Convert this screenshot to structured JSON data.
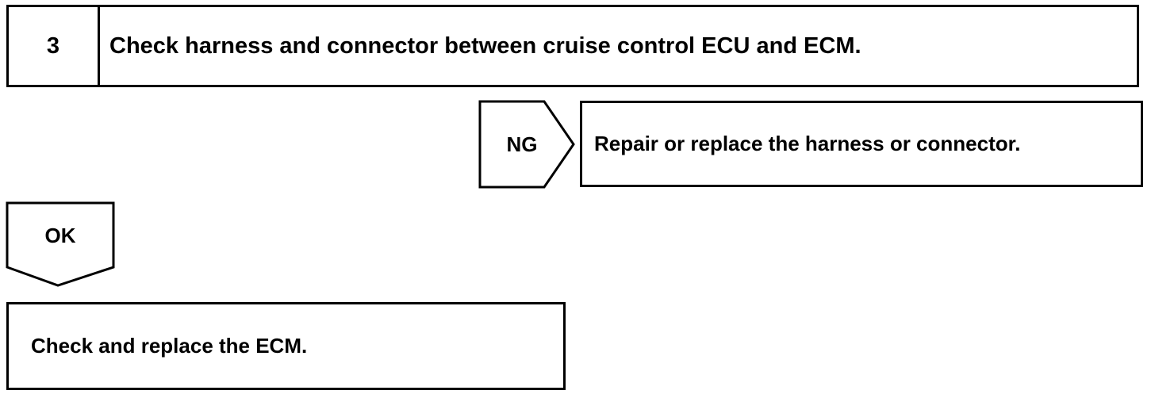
{
  "step": {
    "number": "3",
    "title": "Check harness and connector between cruise control ECU and ECM."
  },
  "ng_branch": {
    "label": "NG",
    "action": "Repair or replace the harness or connector."
  },
  "ok_branch": {
    "label": "OK",
    "action": "Check and replace the ECM."
  }
}
